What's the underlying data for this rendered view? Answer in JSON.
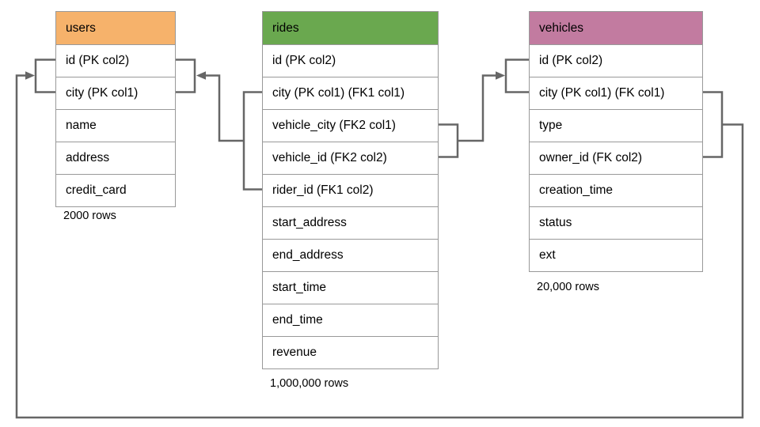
{
  "diagram": {
    "tables": {
      "users": {
        "name": "users",
        "header_color": "#f6b26b",
        "columns": [
          "id (PK col2)",
          "city (PK col1)",
          "name",
          "address",
          "credit_card"
        ],
        "row_count": "2000 rows"
      },
      "rides": {
        "name": "rides",
        "header_color": "#6aa84f",
        "columns": [
          "id (PK col2)",
          "city (PK col1) (FK1 col1)",
          "vehicle_city (FK2 col1)",
          "vehicle_id (FK2 col2)",
          "rider_id (FK1 col2)",
          "start_address",
          "end_address",
          "start_time",
          "end_time",
          "revenue"
        ],
        "row_count": "1,000,000 rows"
      },
      "vehicles": {
        "name": "vehicles",
        "header_color": "#c27ba0",
        "columns": [
          "id (PK col2)",
          "city (PK col1) (FK col1)",
          "type",
          "owner_id (FK col2)",
          "creation_time",
          "status",
          "ext"
        ],
        "row_count": "20,000 rows"
      }
    },
    "relationships": [
      {
        "label": "FK1",
        "from": "rides (city, rider_id)",
        "to": "users (city, id)"
      },
      {
        "label": "FK2",
        "from": "rides (vehicle_city, vehicle_id)",
        "to": "vehicles (city, id)"
      },
      {
        "label": "FK",
        "from": "vehicles (city, owner_id)",
        "to": "users (city, id)"
      }
    ],
    "colors": {
      "connector": "#666666",
      "table_border": "#999999",
      "users_header": "#f6b26b",
      "rides_header": "#6aa84f",
      "vehicles_header": "#c27ba0"
    }
  }
}
